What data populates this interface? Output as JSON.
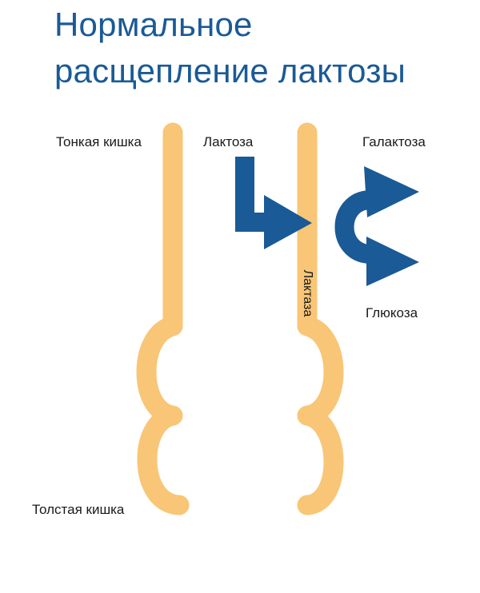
{
  "title": {
    "line1": "Нормальное",
    "line2": "расщепление лактозы"
  },
  "labels": {
    "small_intestine": "Тонкая кишка",
    "large_intestine": "Толстая кишка",
    "lactose": "Лактоза",
    "galactose": "Галактоза",
    "glucose": "Глюкоза",
    "lactase": "Лактаза"
  },
  "colors": {
    "intestine": "#f8c676",
    "arrow": "#1a5a96",
    "title": "#1a5a96",
    "text": "#1a1a1a"
  }
}
